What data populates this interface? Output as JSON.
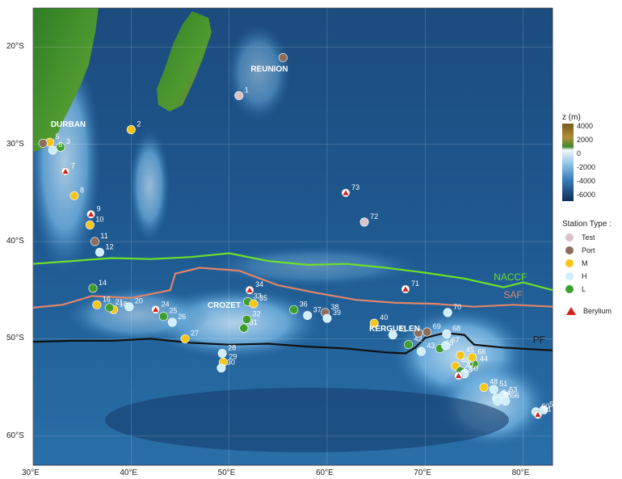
{
  "places": {
    "durban": "DURBAN",
    "reunion": "REUNION",
    "crozet": "CROZET",
    "kerguelen": "KERGUELEN"
  },
  "fronts": {
    "naccf": "NACCF",
    "saf": "SAF",
    "pf": "PF"
  },
  "lat_ticks": [
    "20°S",
    "30°S",
    "40°S",
    "50°S",
    "60°S"
  ],
  "lon_ticks": [
    "30°E",
    "40°E",
    "50°E",
    "60°E",
    "70°E",
    "80°E"
  ],
  "depth_legend": {
    "title": "z (m)",
    "ticks": [
      "4000",
      "2000",
      "0",
      "-2000",
      "-4000",
      "-6000"
    ]
  },
  "station_legend": {
    "title": "Station Type :",
    "items": [
      {
        "label": "Test",
        "color": "#d9c3c8"
      },
      {
        "label": "Port",
        "color": "#8a6d5c"
      },
      {
        "label": "M",
        "color": "#f5c518"
      },
      {
        "label": "H",
        "color": "#cfeefc"
      },
      {
        "label": "L",
        "color": "#3f9e2e"
      }
    ],
    "beryllium_label": "Berylium"
  },
  "stations": [
    {
      "id": "1",
      "type": "Test",
      "lon": 51.0,
      "lat": -25.0
    },
    {
      "id": "2",
      "type": "M",
      "lon": 40.0,
      "lat": -28.5
    },
    {
      "id": "3",
      "type": "L",
      "lon": 32.8,
      "lat": -30.3
    },
    {
      "id": "5",
      "type": "M",
      "lon": 31.7,
      "lat": -29.8
    },
    {
      "id": "6",
      "type": "H",
      "lon": 32.0,
      "lat": -30.6
    },
    {
      "id": "7",
      "type": "Be",
      "lon": 33.3,
      "lat": -32.8
    },
    {
      "id": "8",
      "type": "M",
      "lon": 34.2,
      "lat": -35.3
    },
    {
      "id": "9",
      "type": "Be",
      "lon": 35.9,
      "lat": -37.2
    },
    {
      "id": "10",
      "type": "M",
      "lon": 35.8,
      "lat": -38.3
    },
    {
      "id": "11",
      "type": "Port",
      "lon": 36.3,
      "lat": -40.0
    },
    {
      "id": "12",
      "type": "H",
      "lon": 36.8,
      "lat": -41.1
    },
    {
      "id": "14",
      "type": "L",
      "lon": 36.1,
      "lat": -44.8
    },
    {
      "id": "16",
      "type": "M",
      "lon": 36.5,
      "lat": -46.5
    },
    {
      "id": "18",
      "type": "M",
      "lon": 38.2,
      "lat": -47.0
    },
    {
      "id": "20",
      "type": "H",
      "lon": 39.8,
      "lat": -46.7
    },
    {
      "id": "21",
      "type": "L",
      "lon": 37.8,
      "lat": -46.8
    },
    {
      "id": "24",
      "type": "Be",
      "lon": 42.5,
      "lat": -47.0
    },
    {
      "id": "25",
      "type": "L",
      "lon": 43.3,
      "lat": -47.7
    },
    {
      "id": "26",
      "type": "H",
      "lon": 44.2,
      "lat": -48.3
    },
    {
      "id": "27",
      "type": "M",
      "lon": 45.5,
      "lat": -50.0
    },
    {
      "id": "28",
      "type": "H",
      "lon": 49.3,
      "lat": -51.5
    },
    {
      "id": "29",
      "type": "M",
      "lon": 49.4,
      "lat": -52.4
    },
    {
      "id": "30",
      "type": "H",
      "lon": 49.2,
      "lat": -53.0
    },
    {
      "id": "31",
      "type": "L",
      "lon": 51.5,
      "lat": -48.9
    },
    {
      "id": "32",
      "type": "L",
      "lon": 51.8,
      "lat": -48.0
    },
    {
      "id": "33",
      "type": "L",
      "lon": 51.9,
      "lat": -46.2
    },
    {
      "id": "34",
      "type": "Be",
      "lon": 52.1,
      "lat": -45.0
    },
    {
      "id": "35",
      "type": "M",
      "lon": 52.5,
      "lat": -46.4
    },
    {
      "id": "36",
      "type": "L",
      "lon": 56.6,
      "lat": -47.0
    },
    {
      "id": "37",
      "type": "H",
      "lon": 58.0,
      "lat": -47.6
    },
    {
      "id": "38",
      "type": "Port",
      "lon": 59.8,
      "lat": -47.3
    },
    {
      "id": "39",
      "type": "H",
      "lon": 60.0,
      "lat": -47.9
    },
    {
      "id": "40",
      "type": "M",
      "lon": 64.8,
      "lat": -48.4
    },
    {
      "id": "41",
      "type": "H",
      "lon": 66.7,
      "lat": -49.6
    },
    {
      "id": "42",
      "type": "L",
      "lon": 68.3,
      "lat": -50.6
    },
    {
      "id": "43",
      "type": "H",
      "lon": 69.6,
      "lat": -51.3
    },
    {
      "id": "44",
      "type": "L",
      "lon": 75.0,
      "lat": -52.6
    },
    {
      "id": "45",
      "type": "M",
      "lon": 73.6,
      "lat": -51.7
    },
    {
      "id": "46",
      "type": "M",
      "lon": 73.1,
      "lat": -52.8
    },
    {
      "id": "47",
      "type": "L",
      "lon": 73.6,
      "lat": -53.3
    },
    {
      "id": "48",
      "type": "M",
      "lon": 76.0,
      "lat": -55.0
    },
    {
      "id": "50",
      "type": "H",
      "lon": 74.0,
      "lat": -53.6
    },
    {
      "id": "51",
      "type": "H",
      "lon": 77.0,
      "lat": -55.2
    },
    {
      "id": "53",
      "type": "H",
      "lon": 78.0,
      "lat": -55.8
    },
    {
      "id": "54",
      "type": "H",
      "lon": 77.3,
      "lat": -56.1
    },
    {
      "id": "55",
      "type": "H",
      "lon": 77.4,
      "lat": -56.4
    },
    {
      "id": "56",
      "type": "H",
      "lon": 78.2,
      "lat": -56.4
    },
    {
      "id": "58",
      "type": "Be",
      "lon": 73.4,
      "lat": -53.8
    },
    {
      "id": "59",
      "type": "H",
      "lon": 82.1,
      "lat": -57.3
    },
    {
      "id": "60",
      "type": "H",
      "lon": 81.3,
      "lat": -57.5
    },
    {
      "id": "61",
      "type": "Be",
      "lon": 81.5,
      "lat": -57.8
    },
    {
      "id": "65",
      "type": "L",
      "lon": 71.5,
      "lat": -51.0
    },
    {
      "id": "66",
      "type": "M",
      "lon": 74.8,
      "lat": -51.9
    },
    {
      "id": "67",
      "type": "H",
      "lon": 72.1,
      "lat": -50.7
    },
    {
      "id": "68",
      "type": "H",
      "lon": 72.2,
      "lat": -49.5
    },
    {
      "id": "69",
      "type": "Port",
      "lon": 70.2,
      "lat": -49.3
    },
    {
      "id": "70",
      "type": "H",
      "lon": 72.3,
      "lat": -47.3
    },
    {
      "id": "71",
      "type": "Be",
      "lon": 68.0,
      "lat": -44.9
    },
    {
      "id": "72",
      "type": "Test",
      "lon": 63.8,
      "lat": -38.0
    },
    {
      "id": "73",
      "type": "Be",
      "lon": 61.9,
      "lat": -35.0
    },
    {
      "id": "reunion",
      "type": "Port",
      "lon": 55.5,
      "lat": -21.1
    },
    {
      "id": "durban",
      "type": "Port",
      "lon": 31.0,
      "lat": -29.9
    },
    {
      "id": "kerguelen-port",
      "type": "Port",
      "lon": 69.3,
      "lat": -49.4
    }
  ],
  "colors": {
    "naccf": "#6ee028",
    "saf": "#e0856a",
    "pf": "#111111",
    "beryllium": "#d62020"
  }
}
